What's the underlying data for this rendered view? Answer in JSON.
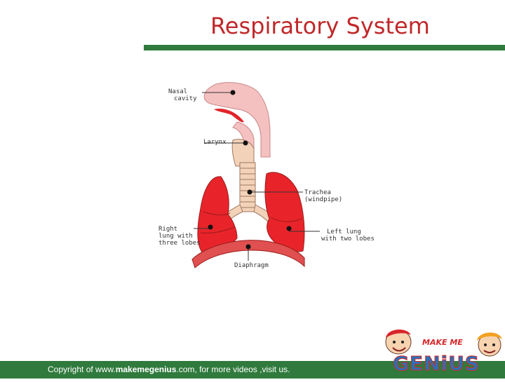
{
  "slide": {
    "title": "Respiratory System"
  },
  "diagram": {
    "labels": {
      "nasal_1": "Nasal",
      "nasal_2": "cavity",
      "larynx": "Larynx",
      "trachea_1": "Trachea",
      "trachea_2": "(windpipe)",
      "right_lung_1": "Right",
      "right_lung_2": "lung with",
      "right_lung_3": "three lobes",
      "left_lung_1": "Left lung",
      "left_lung_2": "with two lobes",
      "diaphragm": "Diaphragm"
    }
  },
  "footer": {
    "prefix": "Copyright of  www.",
    "brand": "makemegenius",
    "suffix": ".com, for more videos ,visit us."
  },
  "logo": {
    "top_word": "MAKE ME",
    "main_word": "GENiUS"
  },
  "colors": {
    "title": "#c0282a",
    "accent_bar": "#2f7a3c",
    "lung": "#e8242a",
    "diaphragm": "#e05050",
    "nasal": "#f4c0c0"
  }
}
